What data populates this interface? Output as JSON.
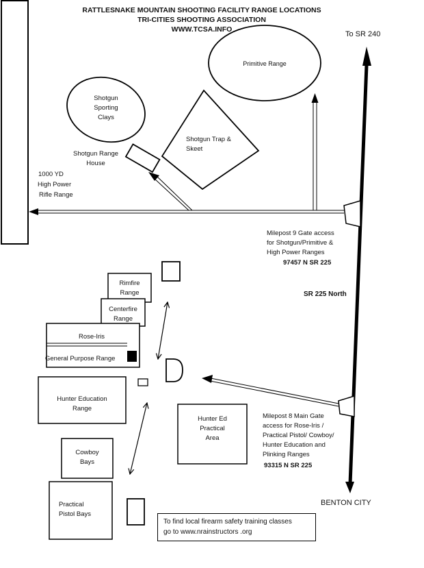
{
  "header": {
    "line1": "RATTLESNAKE MOUNTAIN SHOOTING FACILITY RANGE LOCATIONS",
    "line2": "TRI-CITIES SHOOTING ASSOCIATION",
    "line3": "WWW.TCSA.INFO"
  },
  "roads": {
    "north_label": "To SR 240",
    "south_label": "BENTON CITY",
    "highway_label": "SR 225 North"
  },
  "ranges": {
    "primitive": "Primitive Range",
    "sporting_clays": [
      "Shotgun",
      "Sporting",
      "Clays"
    ],
    "trap_skeet": [
      "Shotgun Trap &",
      "Skeet"
    ],
    "shotgun_house": [
      "Shotgun Range",
      "House"
    ],
    "high_power": [
      "1000 YD",
      "High Power",
      "Rifle Range"
    ],
    "rimfire": [
      "Rimfire",
      "Range"
    ],
    "centerfire": [
      "Centerfire",
      "Range"
    ],
    "rose_iris": "Rose-Iris",
    "general_purpose": "General Purpose Range",
    "hunter_education": [
      "Hunter Education",
      "Range"
    ],
    "hunter_ed_practical": [
      "Hunter Ed",
      "Practical",
      "Area"
    ],
    "cowboy": [
      "Cowboy",
      "Bays"
    ],
    "practical_pistol": [
      "Practical",
      "Pistol Bays"
    ]
  },
  "gates": {
    "milepost9": [
      "Milepost 9   Gate access",
      "for Shotgun/Primitive &",
      "High Power Ranges"
    ],
    "milepost9_address": "97457 N SR 225",
    "milepost8": [
      "Milepost 8 Main Gate",
      "access for Rose-Iris /",
      "Practical Pistol/ Cowboy/",
      "Hunter Education and",
      "Plinking Ranges"
    ],
    "milepost8_address": "93315 N SR 225"
  },
  "info_box": [
    "To find local firearm safety training classes",
    "go to www.nrainstructors .org"
  ]
}
